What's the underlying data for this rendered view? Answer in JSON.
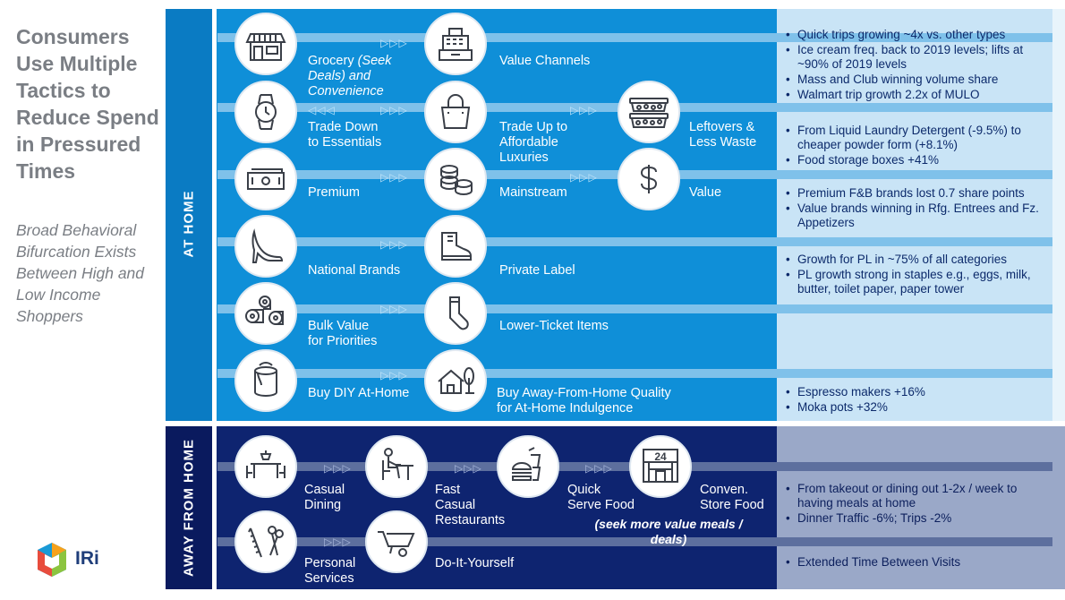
{
  "heading": "Consumers Use Multiple Tactics to Reduce Spend in Pressured Times",
  "subtitle": "Broad Behavioral Bifurcation Exists Between High and Low Income Shoppers",
  "logo_text": "IRi",
  "bands": {
    "at_home": "AT HOME",
    "away_from_home": "AWAY FROM HOME"
  },
  "arrows": {
    "right": "▷▷▷",
    "left": "◁◁◁"
  },
  "at_home_rows": [
    {
      "items": [
        {
          "label_1": "Grocery ",
          "label_it_1": "(Seek",
          "label_2": "",
          "label_it_2": "Deals) and",
          "label_3": "",
          "label_it_3": "Convenience"
        },
        {
          "label_1": "Value Channels"
        }
      ],
      "bullets": [
        "Quick trips growing ~4x vs. other types",
        "Ice cream freq. back to 2019 levels; lifts at ~90% of 2019 levels",
        "Mass and Club winning volume share",
        "Walmart trip growth 2.2x of MULO"
      ]
    },
    {
      "items": [
        {
          "label_1": "Trade Down",
          "label_2": "to Essentials"
        },
        {
          "label_1": "Trade Up to",
          "label_2": "Affordable",
          "label_3": "Luxuries"
        },
        {
          "label_1": "Leftovers &",
          "label_2": "Less Waste"
        }
      ],
      "bullets": [
        "From Liquid Laundry Detergent (-9.5%) to cheaper powder form (+8.1%)",
        "Food storage boxes +41%"
      ]
    },
    {
      "items": [
        {
          "label_1": "Premium"
        },
        {
          "label_1": "Mainstream"
        },
        {
          "label_1": "Value"
        }
      ],
      "bullets": [
        "Premium F&B brands lost 0.7 share points",
        "Value brands winning in Rfg. Entrees and Fz. Appetizers"
      ]
    },
    {
      "items": [
        {
          "label_1": "National Brands"
        },
        {
          "label_1": "Private Label"
        }
      ],
      "bullets": [
        "Growth for PL in ~75% of all categories",
        "PL growth strong in staples e.g., eggs, milk, butter, toilet paper, paper tower"
      ]
    },
    {
      "items": [
        {
          "label_1": "Bulk Value",
          "label_2": "for Priorities"
        },
        {
          "label_1": "Lower-Ticket Items"
        }
      ],
      "bullets": []
    },
    {
      "items": [
        {
          "label_1": "Buy DIY At-Home"
        },
        {
          "label_1": "Buy Away-From-Home Quality",
          "label_2": "for At-Home Indulgence"
        }
      ],
      "bullets": [
        "Espresso makers +16%",
        "Moka pots +32%"
      ]
    }
  ],
  "away_rows": [
    {
      "items": [
        {
          "label_1": "Casual",
          "label_2": "Dining"
        },
        {
          "label_1": "Fast",
          "label_2": "Casual",
          "label_3": "Restaurants"
        },
        {
          "label_1": "Quick",
          "label_2": "Serve Food"
        },
        {
          "label_1": "Conven.",
          "label_2": "Store Food"
        }
      ],
      "note_1": "(seek more value meals /",
      "note_2": "deals)",
      "store_number": "24",
      "bullets": [
        "From takeout or dining out 1-2x / week to having meals at home",
        "Dinner Traffic -6%; Trips -2%"
      ]
    },
    {
      "items": [
        {
          "label_1": "Personal",
          "label_2": "Services"
        },
        {
          "label_1": "Do-It-Yourself"
        }
      ],
      "bullets": [
        "Extended Time Between Visits"
      ]
    }
  ],
  "icons": {
    "storefront": "storefront-icon",
    "cash_register": "cash-register-icon",
    "watch": "wristwatch-icon",
    "handbag": "handbag-icon",
    "food_containers": "food-containers-icon",
    "banknote": "banknote-icon",
    "coins": "coins-icon",
    "dollar": "dollar-sign-icon",
    "high_heel": "high-heel-shoe-icon",
    "boot": "boot-icon",
    "toilet_paper": "toilet-paper-icon",
    "sock": "sock-icon",
    "paint_can": "paint-can-icon",
    "house": "house-icon",
    "dining_table": "dining-table-icon",
    "person_at_table": "person-at-table-icon",
    "burger_drink": "burger-drink-icon",
    "convenience_store": "convenience-store-icon",
    "scissors_comb": "scissors-comb-icon",
    "wheelbarrow": "wheelbarrow-icon"
  },
  "colors": {
    "at_home_band": "#0f8fd8",
    "away_band": "#0e2470",
    "right_panel_home": "#c9e4f6",
    "right_panel_away": "#9aa8c8",
    "bullet_text": "#0c2a6b",
    "heading_gray": "#7a7e84"
  }
}
